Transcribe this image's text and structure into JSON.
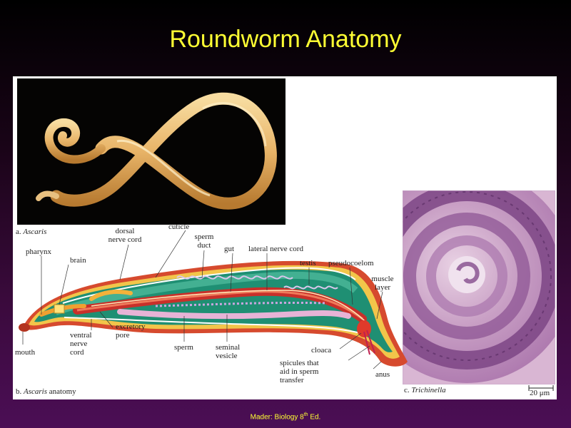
{
  "slide": {
    "title": "Roundworm Anatomy",
    "footer_prefix": "Mader: Biology 8",
    "footer_sup": "th",
    "footer_suffix": " Ed."
  },
  "figure": {
    "caption_a_prefix": "a. ",
    "caption_a_italic": "Ascaris",
    "caption_b_prefix": "b. ",
    "caption_b_italic": "Ascaris",
    "caption_b_suffix": " anatomy",
    "caption_c_prefix": "c. ",
    "caption_c_italic": "Trichinella",
    "scale_bar": "20 μm",
    "labels": {
      "dorsal_1": "dorsal",
      "dorsal_2": "nerve cord",
      "cuticle": "cuticle",
      "sperm_duct_1": "sperm",
      "sperm_duct_2": "duct",
      "gut": "gut",
      "lateral_nerve_cord": "lateral nerve cord",
      "pharynx": "pharynx",
      "brain": "brain",
      "testis": "testis",
      "pseudocoelom": "pseudocoelom",
      "muscle_1": "muscle",
      "muscle_2": "layer",
      "ventral_1": "ventral",
      "ventral_2": "nerve",
      "ventral_3": "cord",
      "excretory_1": "excretory",
      "excretory_2": "pore",
      "mouth": "mouth",
      "sperm": "sperm",
      "seminal_1": "seminal",
      "seminal_2": "vesicle",
      "cloaca": "cloaca",
      "spicules_1": "spicules that",
      "spicules_2": "aid in sperm",
      "spicules_3": "transfer",
      "anus": "anus"
    }
  }
}
